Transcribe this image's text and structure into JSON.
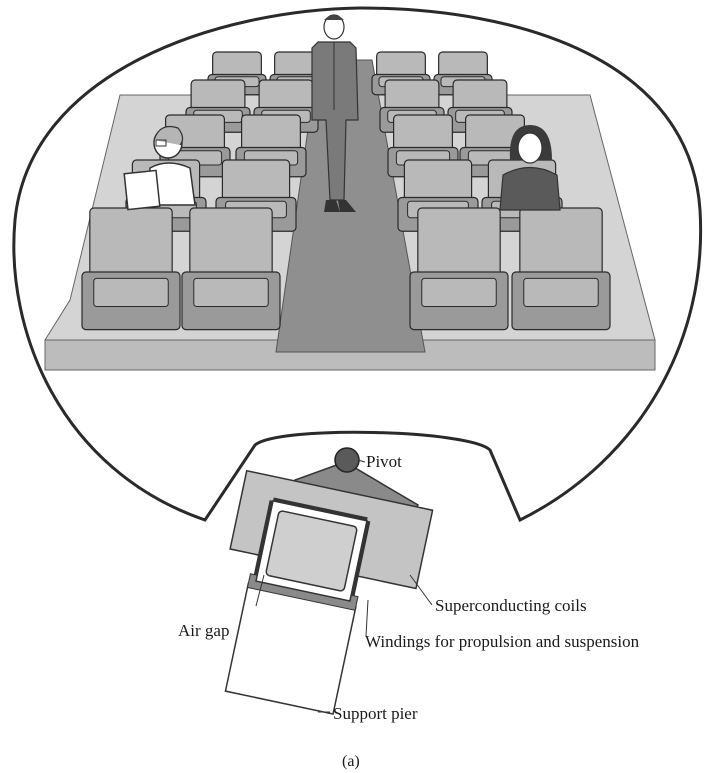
{
  "labels": {
    "pivot": "Pivot",
    "superconducting_coils": "Superconducting coils",
    "air_gap": "Air gap",
    "windings": "Windings for propulsion and suspension",
    "support_pier": "Support pier"
  },
  "caption": "(a)",
  "colors": {
    "seat": "#b9b9b9",
    "seat_dark": "#9a9a9a",
    "floor": "#c8c8c8",
    "aisle": "#8e8e8e",
    "outline": "#2a2a2a",
    "pivot": "#555555"
  }
}
